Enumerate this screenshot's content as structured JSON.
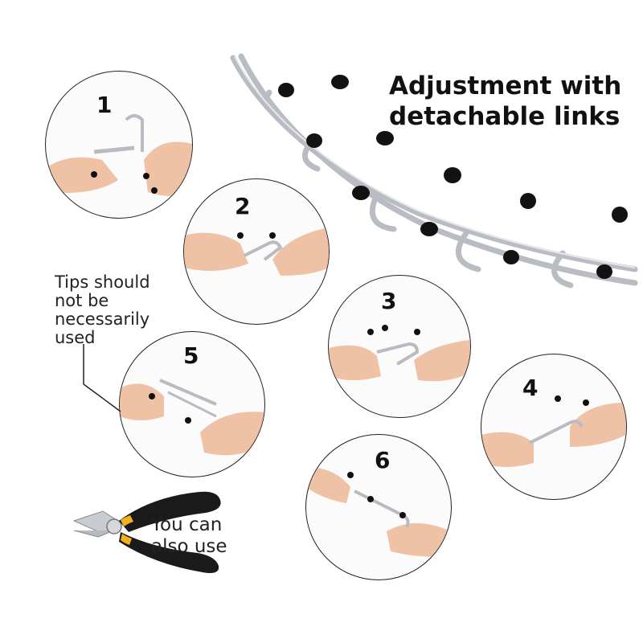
{
  "headline": {
    "line1": "Adjustment with",
    "line2": "detachable links"
  },
  "steps": [
    {
      "id": "1",
      "label": "1"
    },
    {
      "id": "2",
      "label": "2"
    },
    {
      "id": "3",
      "label": "3"
    },
    {
      "id": "4",
      "label": "4"
    },
    {
      "id": "5",
      "label": "5"
    },
    {
      "id": "6",
      "label": "6"
    }
  ],
  "tips_note": {
    "line1": "Tips should",
    "line2": "not be",
    "line3": "necessarily",
    "line4": "used"
  },
  "pliers_note": {
    "line1": "You can",
    "line2": "also use"
  },
  "colors": {
    "text": "#111111",
    "chrome": "#b8bcc2",
    "tip_black": "#111111",
    "skin": "#efc2a6",
    "pliers_handle": "#1a1a1a",
    "pliers_accent": "#f2b21c"
  },
  "icons": [
    "prong-collar-chain",
    "hand-photo",
    "pliers-icon",
    "pointer-line"
  ]
}
